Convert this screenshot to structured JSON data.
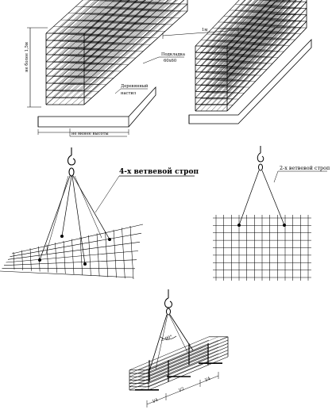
{
  "labels": {
    "height_max": "не более 1,5м",
    "gap": "1м",
    "spacer": "Подкладка",
    "spacer_size": "60х60",
    "deck_line1": "Деревянный",
    "deck_line2": "настил",
    "width_note": "не менее высоты",
    "sling4": "4-х ветвевой строп",
    "sling2": "2-х ветвевой строп",
    "angle": "< 90°",
    "dim_quarter_left": "l/4",
    "dim_half": "l/2",
    "dim_quarter_right": "l/4"
  }
}
